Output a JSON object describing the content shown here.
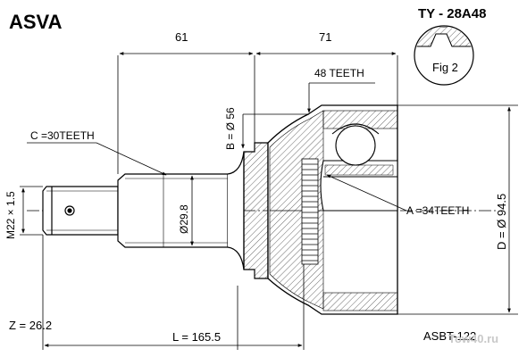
{
  "brand": "ASVA",
  "part_number": "TY - 28A48",
  "figure_label": "Fig 2",
  "watermark": "ASBT-122",
  "watermark_site": "Tow40.ru",
  "dimensions": {
    "len_outer_shaft": "61",
    "len_body": "71",
    "outer_teeth": "48 TEETH",
    "b_dia": "B = Ø 56",
    "c_teeth": "C =30TEETH",
    "thread": "M22 × 1.5",
    "shaft_dia": "Ø29.8",
    "a_teeth": "A =34TEETH",
    "d_dia": "D = Ø 94.5",
    "z_value": "Z = 26.2",
    "total_length": "L = 165.5"
  },
  "colors": {
    "line": "#000000",
    "hatch": "#444444",
    "watermark": "#c9c9c9"
  }
}
